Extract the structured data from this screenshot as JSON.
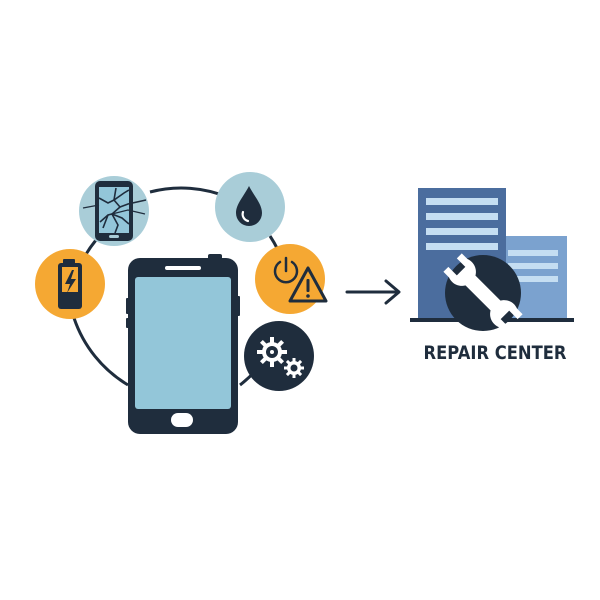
{
  "repair_center": {
    "label": "REPAIR CENTER"
  },
  "issues": [
    {
      "name": "cracked-screen",
      "icon": "cracked-phone-icon"
    },
    {
      "name": "water-damage",
      "icon": "water-drop-icon"
    },
    {
      "name": "battery-problem",
      "icon": "battery-charging-icon"
    },
    {
      "name": "power-failure",
      "icon": "power-warning-icon"
    },
    {
      "name": "software-hardware-fault",
      "icon": "gears-icon"
    }
  ],
  "colors": {
    "dark": "#1f2d3d",
    "orange": "#f5a833",
    "light_blue": "#a9cdd8",
    "screen": "#93c6d9",
    "building_dark": "#4b6d9e",
    "building_light": "#7ba2cf",
    "window": "#c5def2"
  }
}
